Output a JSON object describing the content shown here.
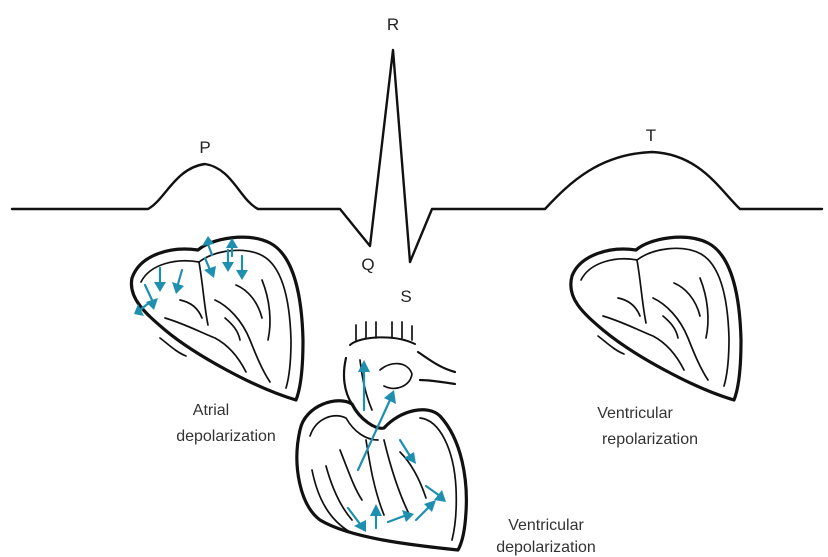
{
  "waveform": {
    "labels": {
      "p": "P",
      "q": "Q",
      "r": "R",
      "s": "S",
      "t": "T"
    }
  },
  "hearts": {
    "atrial": {
      "caption_line1": "Atrial",
      "caption_line2": "depolarization"
    },
    "ventricular_depol": {
      "caption_line1": "Ventricular",
      "caption_line2": "depolarization"
    },
    "ventricular_repol": {
      "caption_line1": "Ventricular",
      "caption_line2": "repolarization"
    }
  },
  "colors": {
    "line": "#111111",
    "arrow": "#1f8fb0"
  }
}
